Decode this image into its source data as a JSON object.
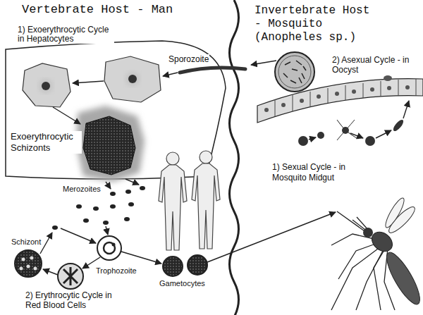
{
  "diagram": {
    "labels": [
      "Vertebrate Host - Man",
      "Invertebrate Host - Mosquito (Anopheles sp.)",
      "1) Exoerythrocytic Cycle in Hepatocytes",
      "Sporozoite",
      "2) Asexual Cycle - in Oocyst",
      "Exoerythrocytic Schizonts",
      "1) Sexual Cycle - in Mosquito Midgut",
      "Merozoites",
      "Schizont",
      "Trophozoite",
      "Gametocytes",
      "2) Erythrocytic Cycle in Red Blood Cells"
    ]
  }
}
